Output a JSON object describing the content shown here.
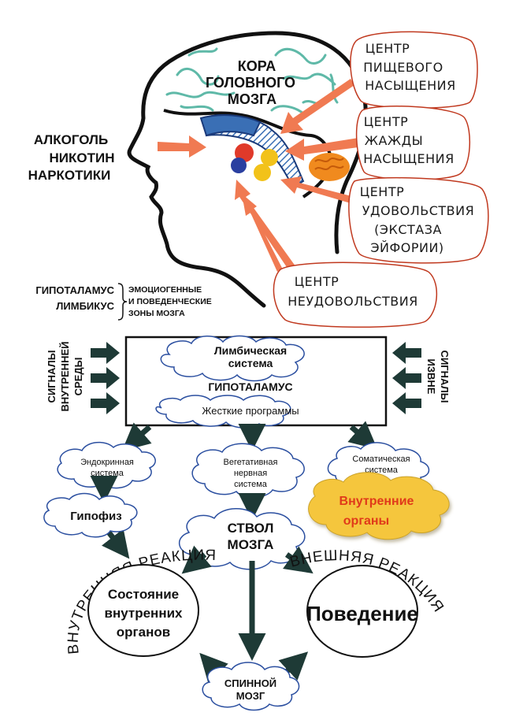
{
  "brain": {
    "cortex": [
      "КОРА",
      "ГОЛОВНОГО",
      "МОЗГА"
    ],
    "substances": [
      "АЛКОГОЛЬ",
      "НИКОТИН",
      "НАРКОТИКИ"
    ],
    "centers": {
      "food": [
        "ЦЕНТР",
        "ПИЩЕВОГО",
        "НАСЫЩЕНИЯ"
      ],
      "thirst": [
        "ЦЕНТР",
        "ЖАЖДЫ",
        "НАСЫЩЕНИЯ"
      ],
      "pleasure": [
        "ЦЕНТР",
        "УДОВОЛЬСТВИЯ",
        "(ЭКСТАЗА",
        "ЭЙФОРИИ)"
      ],
      "displeasure": [
        "ЦЕНТР",
        "НЕУДОВОЛЬСТВИЯ"
      ]
    },
    "legend": {
      "terms": [
        "ГИПОТАЛАМУС",
        "ЛИМБИКУС"
      ],
      "desc": [
        "ЭМОЦИОГЕННЫЕ",
        "И ПОВЕДЕНЧЕСКИЕ",
        "ЗОНЫ МОЗГА"
      ]
    }
  },
  "scheme": {
    "signals_internal": [
      "СИГНАЛЫ",
      "ВНУТРЕННЕЙ",
      "СРЕДЫ"
    ],
    "signals_external": [
      "СИГНАЛЫ",
      "ИЗВНЕ"
    ],
    "limbic": [
      "Лимбическая",
      "система"
    ],
    "hypothalamus": "ГИПОТАЛАМУС",
    "programs": "Жесткие программы",
    "endocrine": [
      "Эндокринная",
      "система"
    ],
    "vegetative": [
      "Вегетативная",
      "нервная",
      "система"
    ],
    "somatic": [
      "Соматическая",
      "система"
    ],
    "internal_organs": [
      "Внутренние",
      "органы"
    ],
    "pituitary": "Гипофиз",
    "brainstem": [
      "СТВОЛ",
      "МОЗГА"
    ],
    "internal_reaction": "ВНУТРЕННЯЯ РЕАКЦИЯ",
    "external_reaction": "ВНЕШНЯЯ РЕАКЦИЯ",
    "organs_state": [
      "Состояние",
      "внутренних",
      "органов"
    ],
    "behavior": "Поведение",
    "spinal_cord": [
      "СПИННОЙ",
      "МОЗГ"
    ]
  },
  "colors": {
    "arrow": "#f07a52",
    "cortex_squiggle": "#5fb9a8",
    "hypothalamus_fill": "#3a6fb5",
    "ball_red": "#e03a2a",
    "ball_yellow": "#f2c21a",
    "ball_blue": "#2a3fa0",
    "organ_orange": "#f08a1e",
    "bubble_outline": "#c0391f",
    "cloud_blue": "#2b4fa0",
    "organs_cloud": "#f5c63c",
    "organs_text": "#e03a1a",
    "scheme_arrow": "#1e3a36"
  }
}
